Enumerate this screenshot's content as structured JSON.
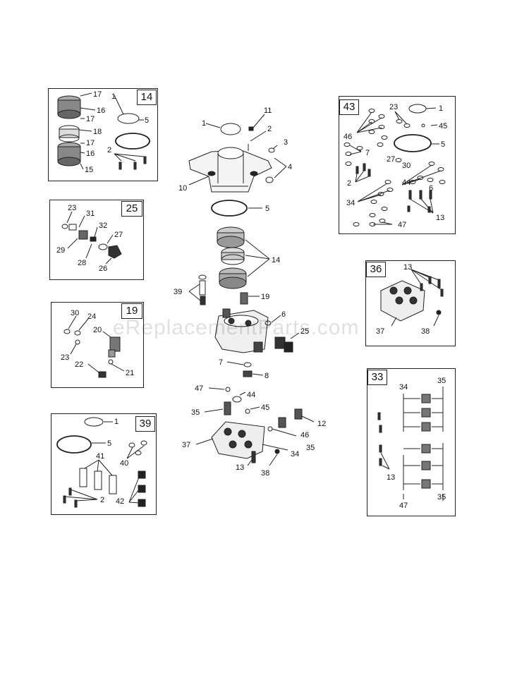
{
  "watermark": "eReplacementParts.com",
  "insets": {
    "i14": "14",
    "i25": "25",
    "i19": "19",
    "i39": "39",
    "i43": "43",
    "i36": "36",
    "i33": "33"
  },
  "labels": {
    "c1": "1",
    "c11": "11",
    "c2": "2",
    "c3": "3",
    "c4": "4",
    "c10": "10",
    "c5": "5",
    "c14": "14",
    "c39": "39",
    "c19": "19",
    "c6": "6",
    "c25": "25",
    "c7": "7",
    "c8": "8",
    "c47": "47",
    "c44": "44",
    "c35a": "35",
    "c45": "45",
    "c12": "12",
    "c37": "37",
    "c46": "46",
    "c35b": "35",
    "c34": "34",
    "c13": "13",
    "c38": "38",
    "a17a": "17",
    "a16a": "16",
    "a17b": "17",
    "a18": "18",
    "a17c": "17",
    "a16b": "16",
    "a15": "15",
    "a1": "1",
    "a5": "5",
    "a2": "2",
    "b23": "23",
    "b31": "31",
    "b32": "32",
    "b27": "27",
    "b29": "29",
    "b28": "28",
    "b26": "26",
    "d30": "30",
    "d24": "24",
    "d20": "20",
    "d23": "23",
    "d22": "22",
    "d21": "21",
    "e1": "1",
    "e5": "5",
    "e41": "41",
    "e40": "40",
    "e2": "2",
    "e42": "42",
    "f23": "23",
    "f1": "1",
    "f45": "45",
    "f46": "46",
    "f7": "7",
    "f5": "5",
    "f27": "27",
    "f30": "30",
    "f2": "2",
    "f44": "44",
    "f6": "6",
    "f34": "34",
    "f13": "13",
    "f47": "47",
    "g13": "13",
    "g37": "37",
    "g38": "38",
    "h34": "34",
    "h35a": "35",
    "h13": "13",
    "h47": "47",
    "h35b": "35"
  }
}
